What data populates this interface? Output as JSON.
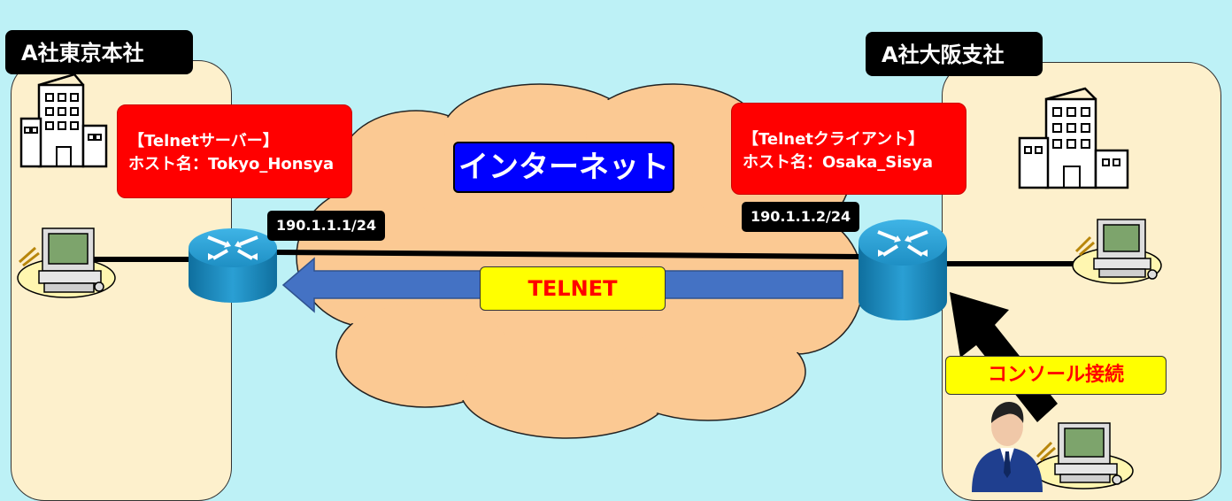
{
  "sites": {
    "tokyo": {
      "name": "A社東京本社"
    },
    "osaka": {
      "name": "A社大阪支社"
    }
  },
  "internet_label": "インターネット",
  "server_box": {
    "line1": "【Telnetサーバー】",
    "line2": "ホスト名：Tokyo_Honsya"
  },
  "client_box": {
    "line1": "【Telnetクライアント】",
    "line2": "ホスト名：Osaka_Sisya"
  },
  "ip": {
    "tokyo_router": "190.1.1.1/24",
    "osaka_router": "190.1.1.2/24"
  },
  "telnet_label": "TELNET",
  "console_label": "コンソール接続",
  "colors": {
    "background": "#bdf1f6",
    "site": "#fdf0cc",
    "cloud": "#fbc993",
    "arrow": "#4472c4",
    "router": "#1c8fc0"
  },
  "icons": [
    "building-icon",
    "router-icon",
    "pc-icon",
    "user-icon"
  ]
}
